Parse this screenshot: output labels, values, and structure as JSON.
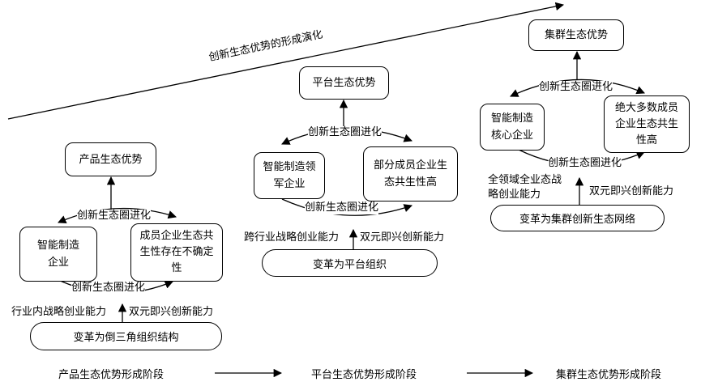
{
  "evolution_title": "创新生态优势的形成演化",
  "stages": [
    {
      "advantage": "产品生态优势",
      "circle_top": "创新生态圈进化",
      "circle_bottom": "创新生态圈进化",
      "core": "智能制造企业",
      "members": "成员企业生态共生性存在不确定性",
      "capability_left": "行业内战略创业能力",
      "capability_right": "双元即兴创新能力",
      "transformation": "变革为倒三角组织结构",
      "stage_name": "产品生态优势形成阶段"
    },
    {
      "advantage": "平台生态优势",
      "circle_top": "创新生态圈进化",
      "circle_bottom": "创新生态圈进化",
      "core": "智能制造领军企业",
      "members": "部分成员企业生态共生性高",
      "capability_left": "跨行业战略创业能力",
      "capability_right": "双元即兴创新能力",
      "transformation": "变革为平台组织",
      "stage_name": "平台生态优势形成阶段"
    },
    {
      "advantage": "集群生态优势",
      "circle_top": "创新生态圈进化",
      "circle_bottom": "创新生态圈进化",
      "core": "智能制造核心企业",
      "members": "绝大多数成员企业生态共生性高",
      "capability_left": "全领域全业态战略创业能力",
      "capability_right": "双元即兴创新能力",
      "transformation": "变革为集群创新生态网络",
      "stage_name": "集群生态优势形成阶段"
    }
  ]
}
